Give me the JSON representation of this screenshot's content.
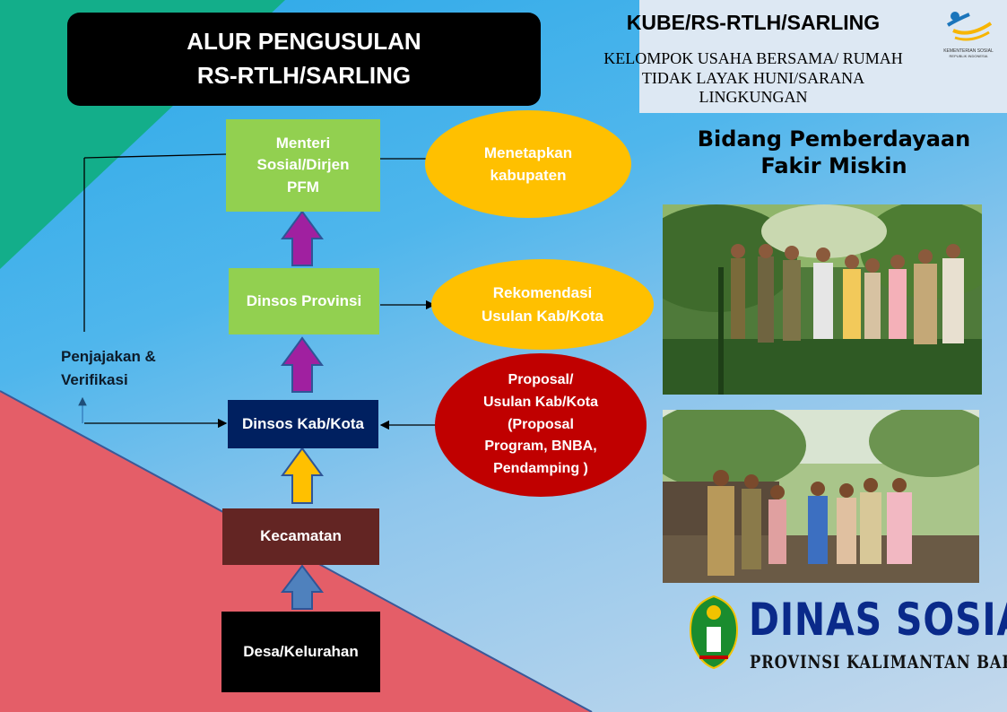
{
  "title": {
    "line1": "ALUR PENGUSULAN",
    "line2": "RS-RTLH/SARLING"
  },
  "header": {
    "program": "KUBE/RS-RTLH/SARLING",
    "program_full_line1": "KELOMPOK USAHA BERSAMA/ RUMAH",
    "program_full_line2": "TIDAK LAYAK HUNI/SARANA",
    "program_full_line3": "LINGKUNGAN",
    "ministry_logo_text_1": "KEMENTERIAN SOSIAL",
    "ministry_logo_text_2": "REPUBLIK INDONESIA"
  },
  "bidang": {
    "line1": "Bidang Pemberdayaan",
    "line2": "Fakir Miskin"
  },
  "flow": {
    "menteri": {
      "line1": "Menteri",
      "line2": "Sosial/Dirjen",
      "line3": "PFM"
    },
    "provinsi": "Dinsos Provinsi",
    "kabkota": "Dinsos Kab/Kota",
    "kecamatan": "Kecamatan",
    "desa": "Desa/Kelurahan"
  },
  "notes": {
    "menetapkan": {
      "line1": "Menetapkan",
      "line2": "kabupaten"
    },
    "rekomendasi": {
      "line1": "Rekomendasi",
      "line2": "Usulan Kab/Kota"
    },
    "proposal": {
      "line1": "Proposal/",
      "line2": "Usulan Kab/Kota",
      "line3": "(Proposal",
      "line4": "Program, BNBA,",
      "line5": "Pendamping )"
    }
  },
  "side_label": {
    "line1": "Penjajakan &",
    "line2": "Verifikasi"
  },
  "footer_logo": {
    "title": "DINAS SOSIAL",
    "subtitle": "PROVINSI KALIMANTAN BARAT"
  },
  "photos": [
    "field-visit-photo-1",
    "field-visit-photo-2"
  ],
  "colors": {
    "green": "#92d050",
    "yellow": "#ffc000",
    "red": "#c00000",
    "navy": "#002060",
    "maroon": "#632523",
    "purple_arrow": "#a020a0",
    "gold_arrow": "#ffc000",
    "blue_arrow": "#4f81bd"
  }
}
